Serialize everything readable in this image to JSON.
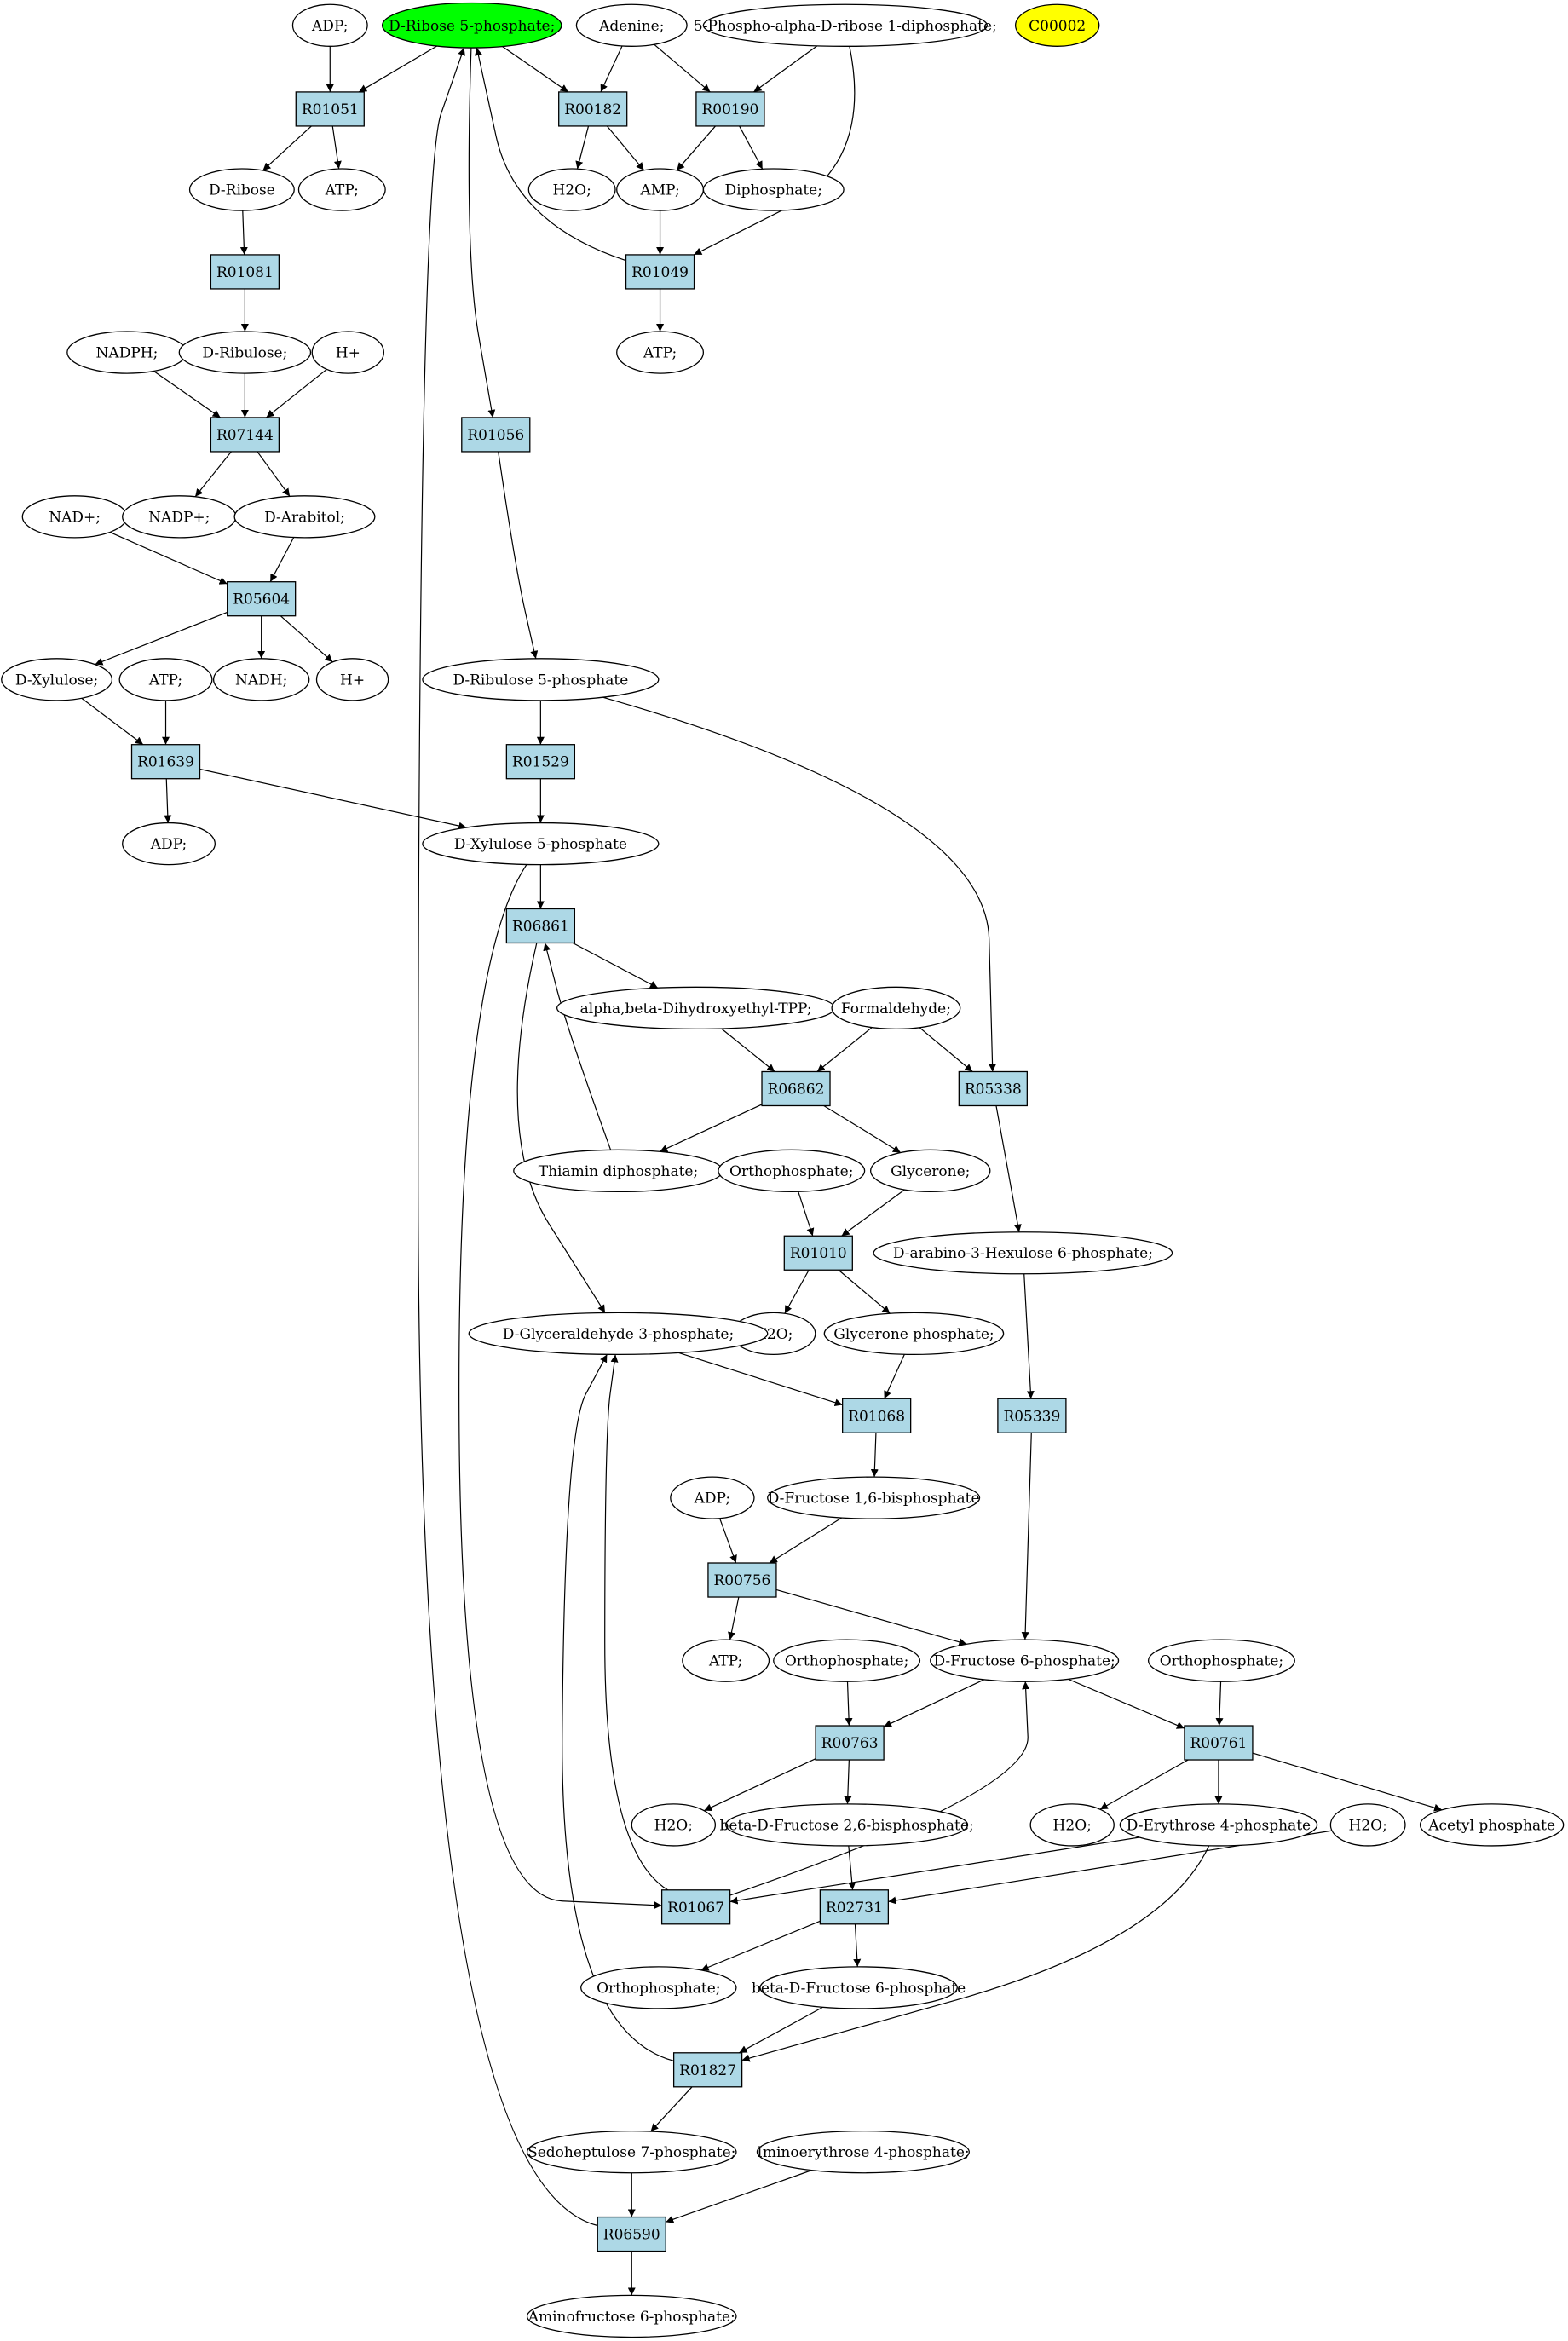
{
  "colors": {
    "reaction_fill": "#add8e6",
    "highlight_fill": "#00ff00",
    "legend_fill": "#ffff00",
    "compound_fill": "#ffffff",
    "stroke": "#000000"
  },
  "compounds": {
    "c_adp1": "ADP;",
    "c_r5p": "D-Ribose 5-phosphate;",
    "c_aden": "Adenine;",
    "c_prpp": "5-Phospho-alpha-D-ribose 1-diphosphate;",
    "c_legend": "C00002",
    "c_drib": "D-Ribose",
    "c_atp1": "ATP;",
    "c_h2o1": "H2O;",
    "c_amp": "AMP;",
    "c_dip": "Diphosphate;",
    "c_atp2": "ATP;",
    "c_nadph": "NADPH;",
    "c_dribu": "D-Ribulose;",
    "c_hp1": "H+",
    "c_nad": "NAD+;",
    "c_nadp": "NADP+;",
    "c_arab": "D-Arabitol;",
    "c_dxyl": "D-Xylulose;",
    "c_atp3": "ATP;",
    "c_nadh": "NADH;",
    "c_hp2": "H+",
    "c_ru5p": "D-Ribulose 5-phosphate",
    "c_adp2": "ADP;",
    "c_xu5p": "D-Xylulose 5-phosphate",
    "c_ab": "alpha,beta-Dihydroxyethyl-TPP;",
    "c_form": "Formaldehyde;",
    "c_thi": "Thiamin diphosphate;",
    "c_ortho1": "Orthophosphate;",
    "c_glyc": "Glycerone;",
    "c_dah6p": "D-arabino-3-Hexulose 6-phosphate;",
    "c_h2o2": "H2O;",
    "c_gp": "Glycerone phosphate;",
    "c_g3p": "D-Glyceraldehyde 3-phosphate;",
    "c_adp3": "ADP;",
    "c_fbp": "D-Fructose 1,6-bisphosphate",
    "c_atp4": "ATP;",
    "c_ortho2": "Orthophosphate;",
    "c_f6p": "D-Fructose 6-phosphate;",
    "c_ortho3": "Orthophosphate;",
    "c_h2o3": "H2O;",
    "c_bf26": "beta-D-Fructose 2,6-bisphosphate;",
    "c_h2o4": "H2O;",
    "c_e4p": "D-Erythrose 4-phosphate",
    "c_h2o5": "H2O;",
    "c_acp": "Acetyl phosphate",
    "c_ortho4": "Orthophosphate;",
    "c_bf6p": "beta-D-Fructose 6-phosphate",
    "c_s7p": "Sedoheptulose 7-phosphate;",
    "c_ime4p": "Iminoerythrose 4-phosphate;",
    "c_af6p": "Aminofructose 6-phosphate;"
  },
  "reactions": {
    "r01051": "R01051",
    "r00182": "R00182",
    "r00190": "R00190",
    "r01081": "R01081",
    "r01049": "R01049",
    "r07144": "R07144",
    "r01056": "R01056",
    "r05604": "R05604",
    "r01639": "R01639",
    "r01529": "R01529",
    "r06861": "R06861",
    "r06862": "R06862",
    "r05338": "R05338",
    "r01010": "R01010",
    "r01068": "R01068",
    "r05339": "R05339",
    "r00756": "R00756",
    "r00763": "R00763",
    "r00761": "R00761",
    "r01067": "R01067",
    "r02731": "R02731",
    "r01827": "R01827",
    "r06590": "R06590"
  }
}
